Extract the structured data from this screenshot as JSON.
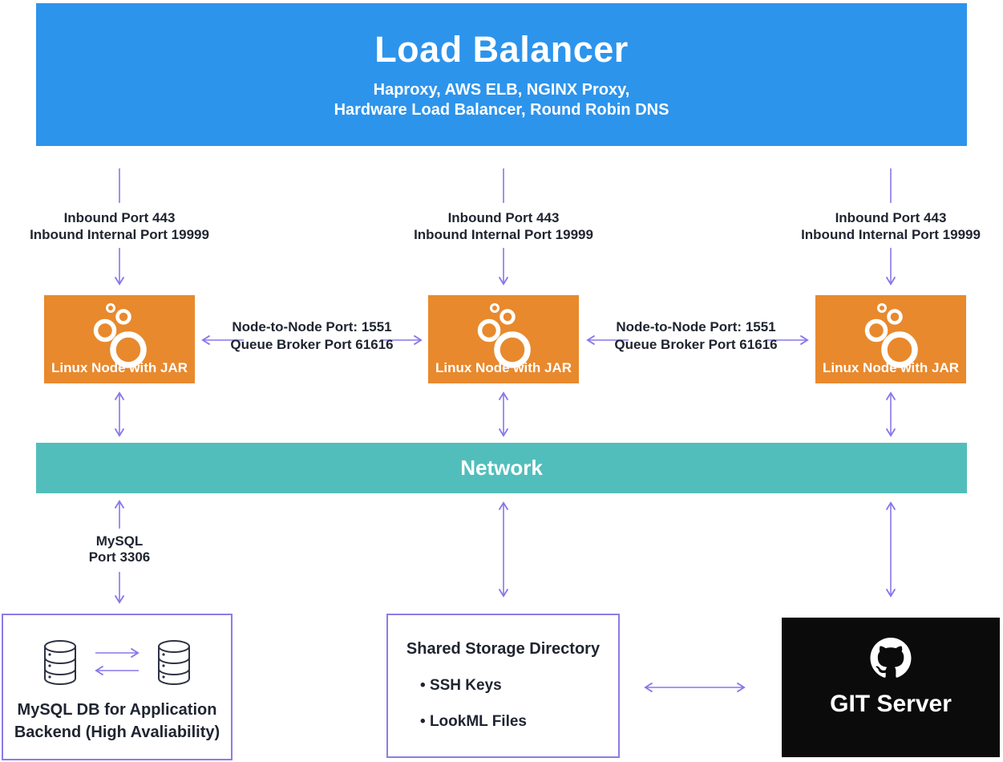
{
  "colors": {
    "blue": "#2D94EC",
    "orange": "#E8892D",
    "teal": "#52BEBC",
    "purple": "#8678E9",
    "border_purple": "#8B7CE8",
    "dark_text": "#1F2430",
    "black": "#0B0B0B",
    "white": "#FFFFFF"
  },
  "load_balancer": {
    "title": "Load Balancer",
    "subtitle_line1": "Haproxy, AWS ELB, NGINX Proxy,",
    "subtitle_line2": "Hardware Load Balancer, Round Robin DNS"
  },
  "inbound_label": {
    "line1": "Inbound Port 443",
    "line2": "Inbound Internal Port 19999"
  },
  "node": {
    "label": "Linux Node with JAR",
    "icon": "looker-icon"
  },
  "node_to_node": {
    "line1": "Node-to-Node Port: 1551",
    "line2": "Queue Broker Port 61616"
  },
  "network": {
    "label": "Network"
  },
  "mysql_link": {
    "line1": "MySQL",
    "line2": "Port 3306"
  },
  "mysql_db": {
    "line1": "MySQL DB for Application",
    "line2": "Backend (High Avaliability)",
    "icon": "database-icon"
  },
  "shared_storage": {
    "title": "Shared Storage Directory",
    "items": [
      "SSH Keys",
      "LookML Files"
    ]
  },
  "git_server": {
    "label": "GIT Server",
    "icon": "github-icon"
  }
}
